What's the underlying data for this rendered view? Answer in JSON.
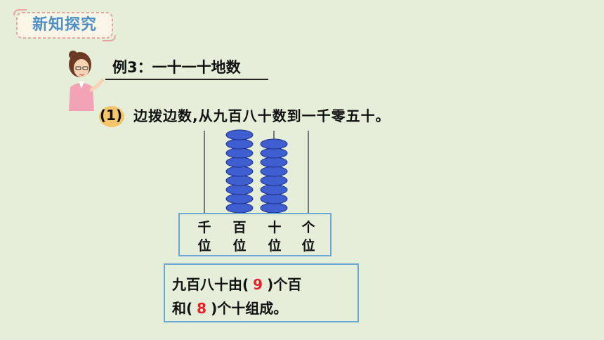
{
  "header": {
    "section_label": "新知探究"
  },
  "example": {
    "title": "例3：一十一十地数"
  },
  "step": {
    "number": "(1)",
    "instruction": "边拨边数,从九百八十数到一千零五十。"
  },
  "abacus": {
    "places": [
      {
        "top": "千",
        "bottom": "位"
      },
      {
        "top": "百",
        "bottom": "位"
      },
      {
        "top": "十",
        "bottom": "位"
      },
      {
        "top": "个",
        "bottom": "位"
      }
    ],
    "beads": {
      "hundreds": 9,
      "tens": 8,
      "ones": 0,
      "thousands": 0
    },
    "bead_color": "#3f5fd0"
  },
  "answer": {
    "line1_prefix": "九百八十由(",
    "value1": "9",
    "line1_suffix": ")个百",
    "line2_prefix": "和(",
    "value2": "8",
    "line2_suffix": ")个十组成。",
    "value_color": "#e8212a"
  },
  "colors": {
    "background": "#e4eed9",
    "badge_text": "#4e8fc4",
    "box_border": "#6aa7d6",
    "step_circle": "#f4c56a"
  }
}
